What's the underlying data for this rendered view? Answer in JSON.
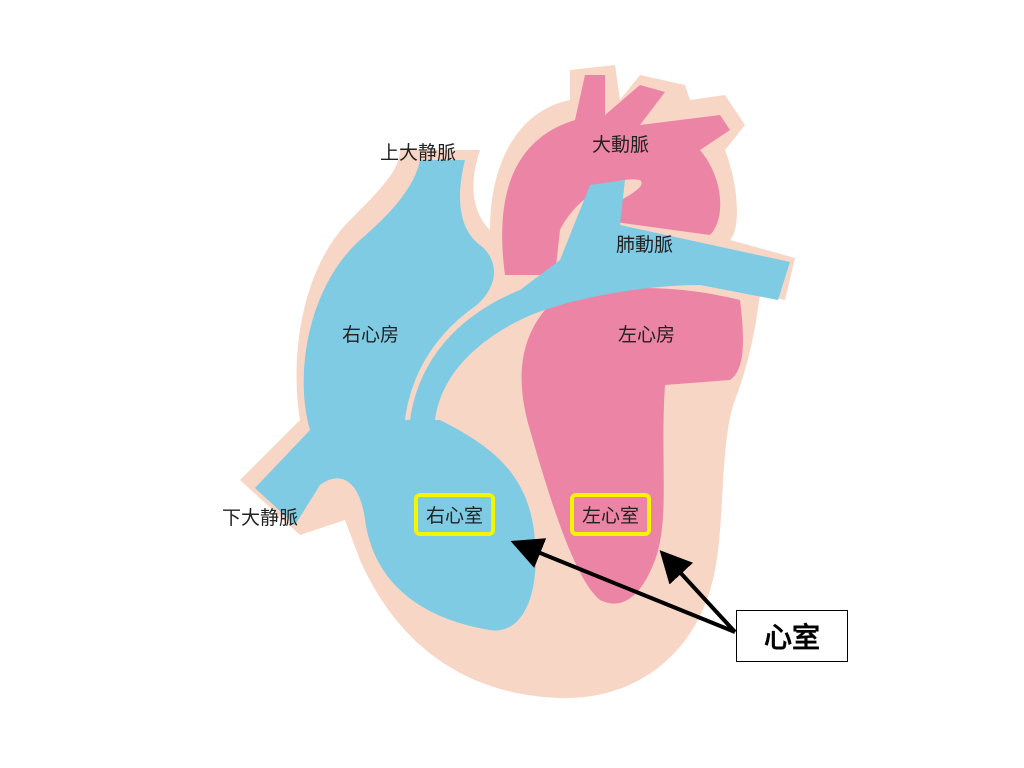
{
  "colors": {
    "blue": "#7ecbe3",
    "pink": "#ec84a6",
    "peach": "#f8d6c6",
    "highlight": "#f5f500"
  },
  "labels": {
    "svc": "上大静脈",
    "aorta": "大動脈",
    "pulmonary_artery": "肺動脈",
    "right_atrium": "右心房",
    "left_atrium": "左心房",
    "ivc": "下大静脈",
    "right_ventricle": "右心室",
    "left_ventricle": "左心室"
  },
  "callout": "心室"
}
